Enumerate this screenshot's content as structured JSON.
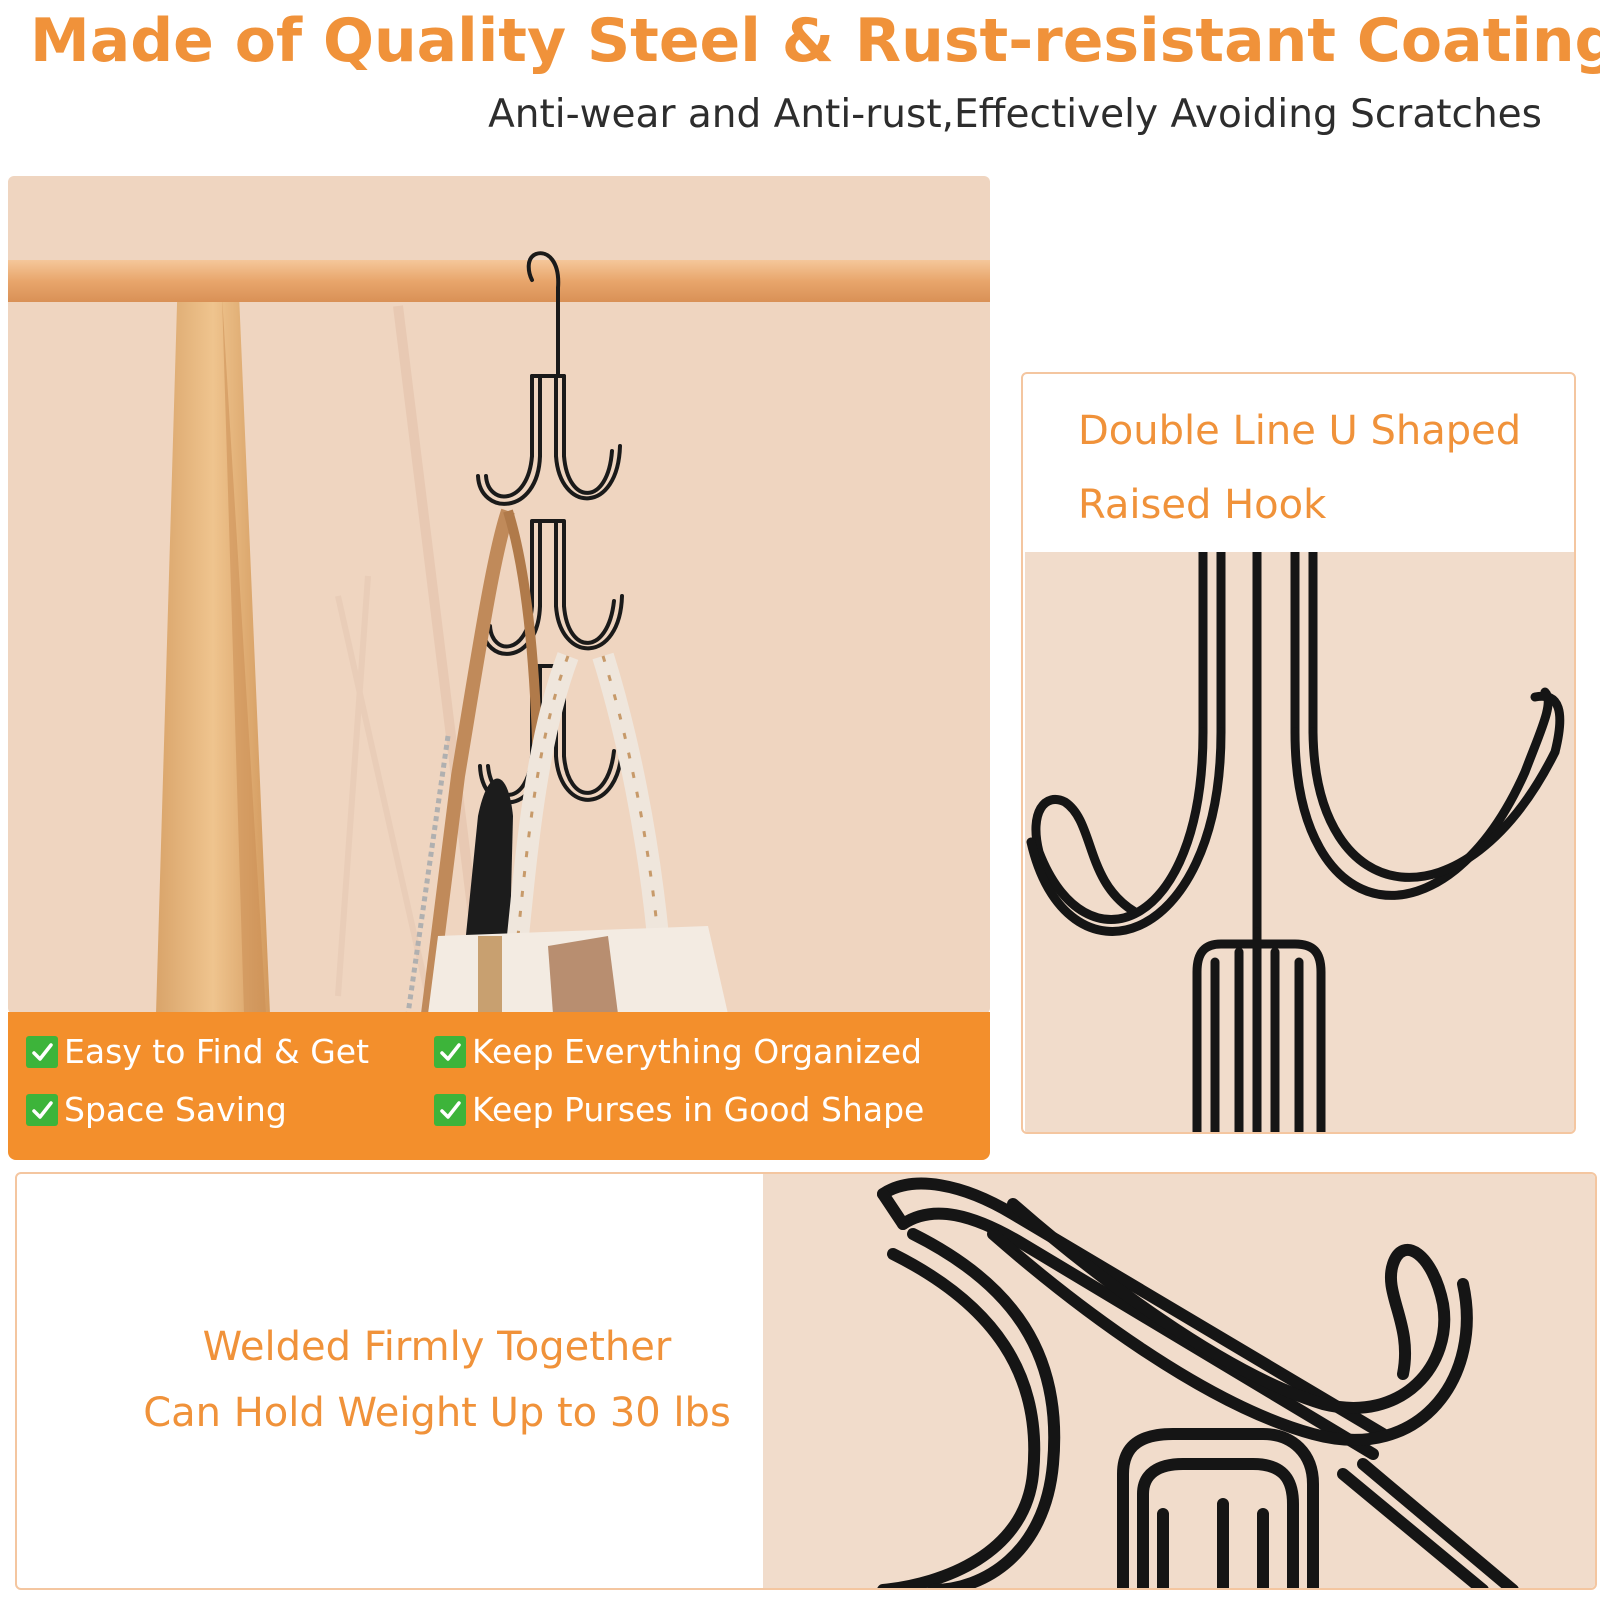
{
  "header": {
    "title": "Made of Quality Steel & Rust-resistant Coating",
    "subtitle": "Anti-wear and Anti-rust,Effectively Avoiding Scratches"
  },
  "features": [
    {
      "label": "Easy to Find & Get",
      "icon": "check-icon"
    },
    {
      "label": "Keep Everything  Organized",
      "icon": "check-icon"
    },
    {
      "label": "Space Saving",
      "icon": "check-icon"
    },
    {
      "label": "Keep Purses in Good Shape",
      "icon": "check-icon"
    }
  ],
  "detail": {
    "line1": "Double Line U Shaped",
    "line2": "Raised Hook"
  },
  "weld": {
    "line1": "Welded Firmly Together",
    "line2": "Can Hold Weight Up to 30 lbs"
  },
  "colors": {
    "accent": "#f0923a",
    "band": "#f38f2c",
    "check": "#3db43a",
    "panel": "#efd5c0",
    "metal": "#1a1a1a"
  }
}
